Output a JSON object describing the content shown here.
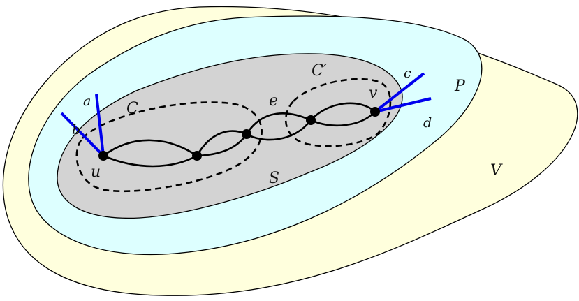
{
  "colors": {
    "region_V": "#FFFFDD",
    "region_P": "#DDFFFF",
    "region_S": "#D3D3D3",
    "outline": "#000000",
    "blue_edges": "#0000EE",
    "vertex": "#000000"
  },
  "labels": {
    "V": "V",
    "P": "P",
    "S": "S",
    "C": "C",
    "C_prime": "C′",
    "e": "e",
    "u": "u",
    "v": "v",
    "a": "a",
    "b": "b",
    "c": "c",
    "d": "d"
  },
  "structure": {
    "regions": [
      "V",
      "P",
      "S"
    ],
    "cycles": [
      "C",
      "C′"
    ],
    "path_vertices": [
      "u",
      "w1",
      "w2",
      "w3",
      "v"
    ],
    "edges_at_u": [
      "a",
      "b"
    ],
    "edges_at_v": [
      "c",
      "d"
    ]
  }
}
